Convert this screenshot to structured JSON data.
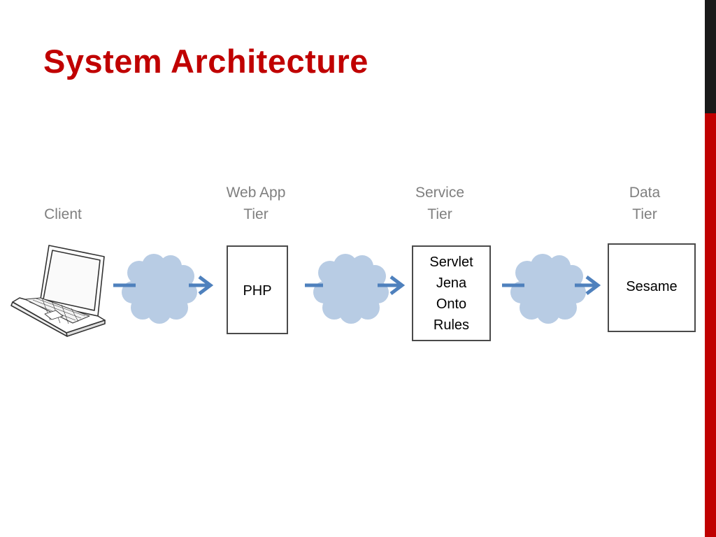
{
  "slide": {
    "title": "System Architecture"
  },
  "tiers": {
    "client": "Client",
    "web_app": [
      "Web App",
      "Tier"
    ],
    "service": [
      "Service",
      "Tier"
    ],
    "data": [
      "Data",
      "Tier"
    ]
  },
  "boxes": {
    "web_app": [
      "PHP"
    ],
    "service": [
      "Servlet",
      "Jena",
      "Onto",
      "Rules"
    ],
    "data": [
      "Sesame"
    ]
  },
  "icons": {
    "client": "laptop-icon",
    "network": "cloud-icon",
    "flow": "arrow-right-icon"
  },
  "colors": {
    "title": "#C00000",
    "accent_bar": "#C00000",
    "cloud_fill": "#B8CCE4",
    "arrow": "#4F81BD",
    "label_gray": "#7F7F7F"
  }
}
